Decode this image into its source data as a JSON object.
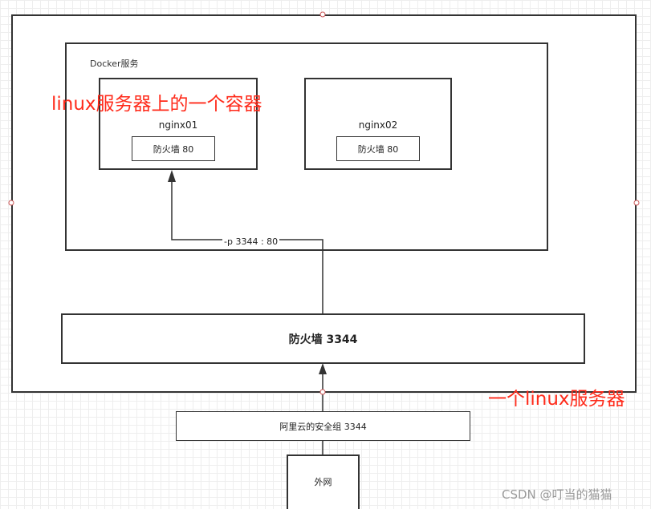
{
  "diagram": {
    "docker_label": "Docker服务",
    "container1": {
      "name": "nginx01",
      "firewall": "防火墙  80"
    },
    "container2": {
      "name": "nginx02",
      "firewall": "防火墙  80"
    },
    "port_mapping": "-p 3344 : 80",
    "main_firewall": "防火墙   3344",
    "aliyun_group": "阿里云的安全组   3344",
    "external_network": "外网",
    "annotation_container": "linux服务器上的一个容器",
    "annotation_server": "一个linux服务器",
    "watermark": "CSDN @叮当的猫猫"
  },
  "colors": {
    "annotation": "#ff2a1a",
    "border": "#333333",
    "grid": "#eeeeee"
  }
}
